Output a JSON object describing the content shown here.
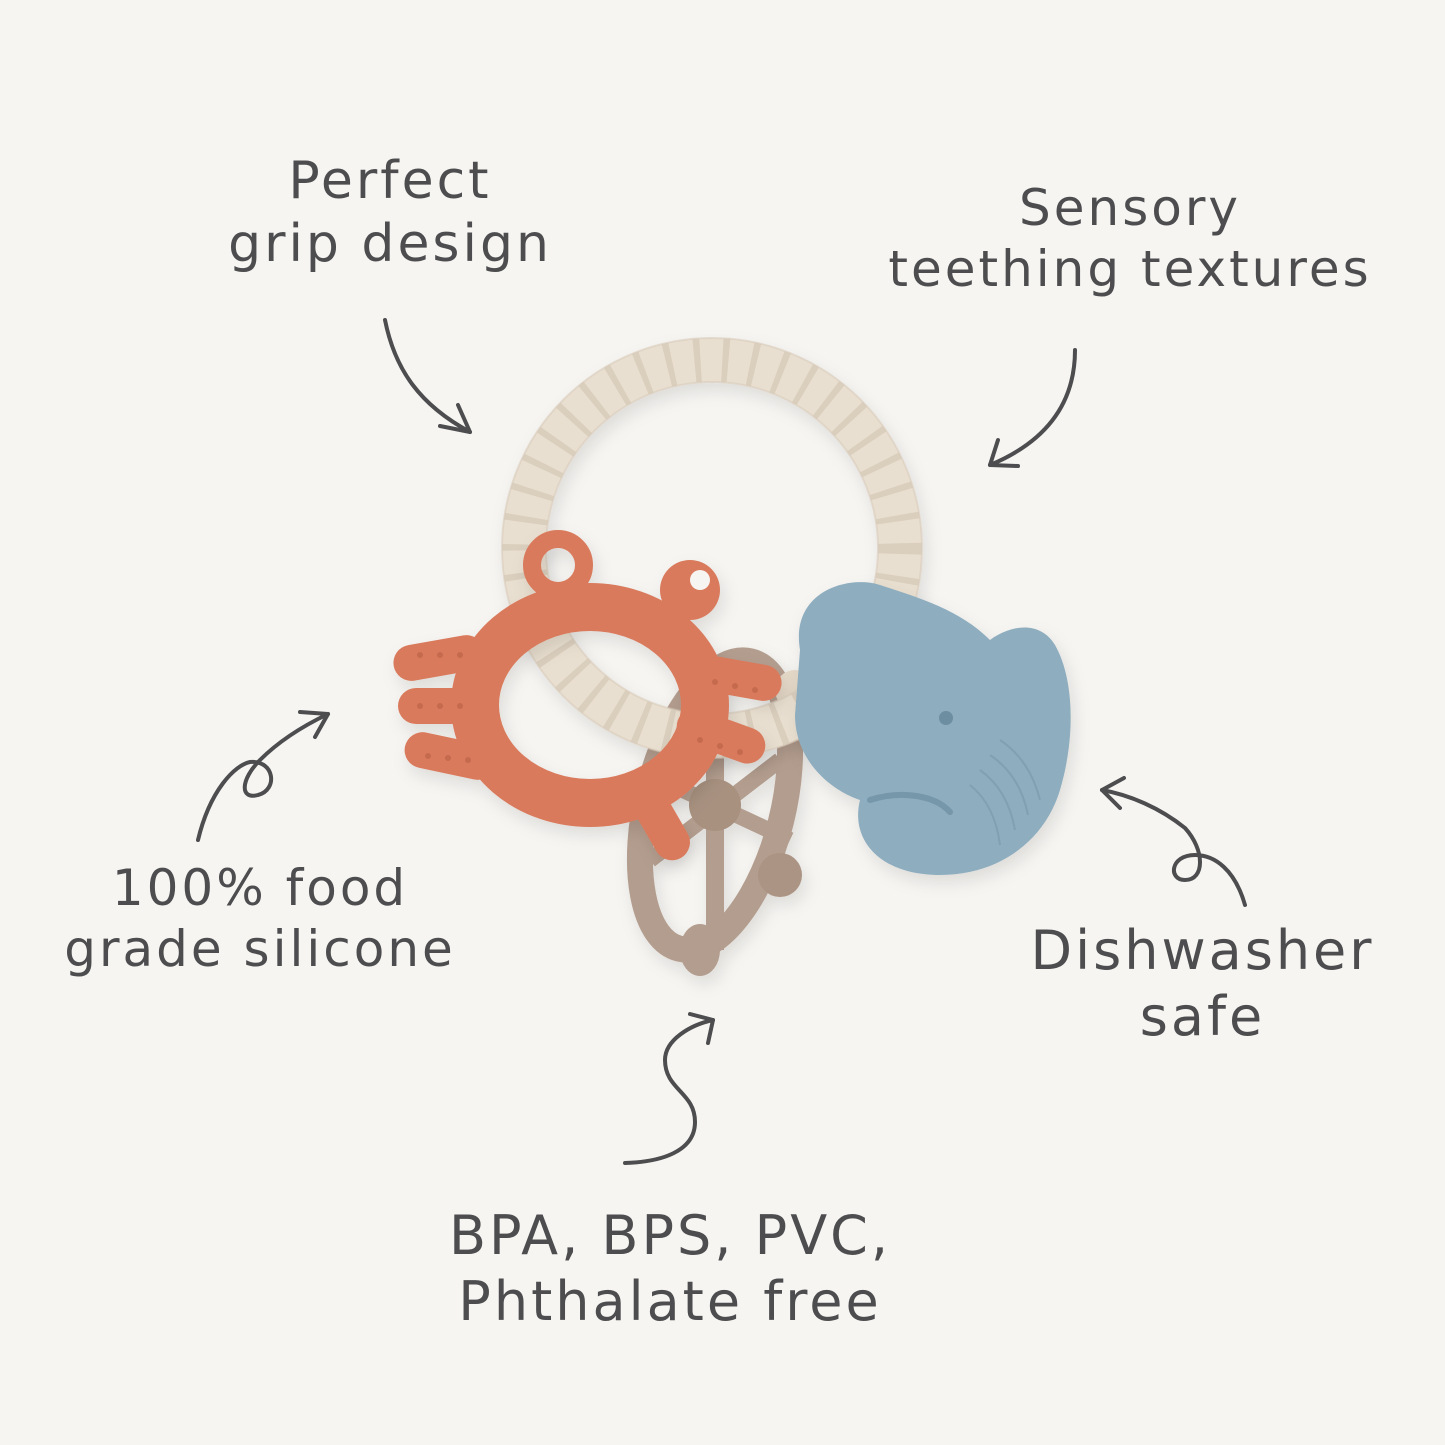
{
  "callouts": {
    "grip": [
      "Perfect",
      "grip design"
    ],
    "sensory": [
      "Sensory",
      "teething textures"
    ],
    "food": [
      "100% food",
      "grade silicone"
    ],
    "dishwasher": [
      "Dishwasher",
      "safe"
    ],
    "free": [
      "BPA, BPS, PVC,",
      "Phthalate free"
    ]
  },
  "colors": {
    "background": "#f6f5f2",
    "text": "#4d4d4f",
    "arrow": "#4d4d4f",
    "ring": "#e9dfd0",
    "crab": "#d97a5c",
    "wheel": "#b39d8e",
    "whale": "#8eadbe"
  },
  "icons": {
    "product": "teether-ring-icon",
    "arrows": "hand-drawn-arrow-icon"
  }
}
